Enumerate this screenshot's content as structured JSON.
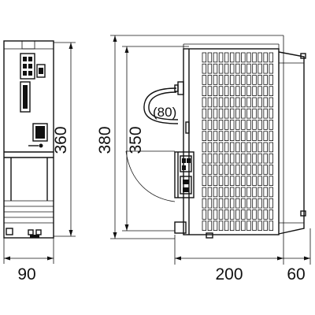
{
  "dimensions": {
    "front_width": "90",
    "front_height": "360",
    "side_total_height": "380",
    "side_inner_height": "350",
    "side_depth": "200",
    "side_extra_depth": "60",
    "bend_clearance": "(80)"
  },
  "side_view": {
    "vent_columns": 13,
    "vent_rows": 16
  }
}
